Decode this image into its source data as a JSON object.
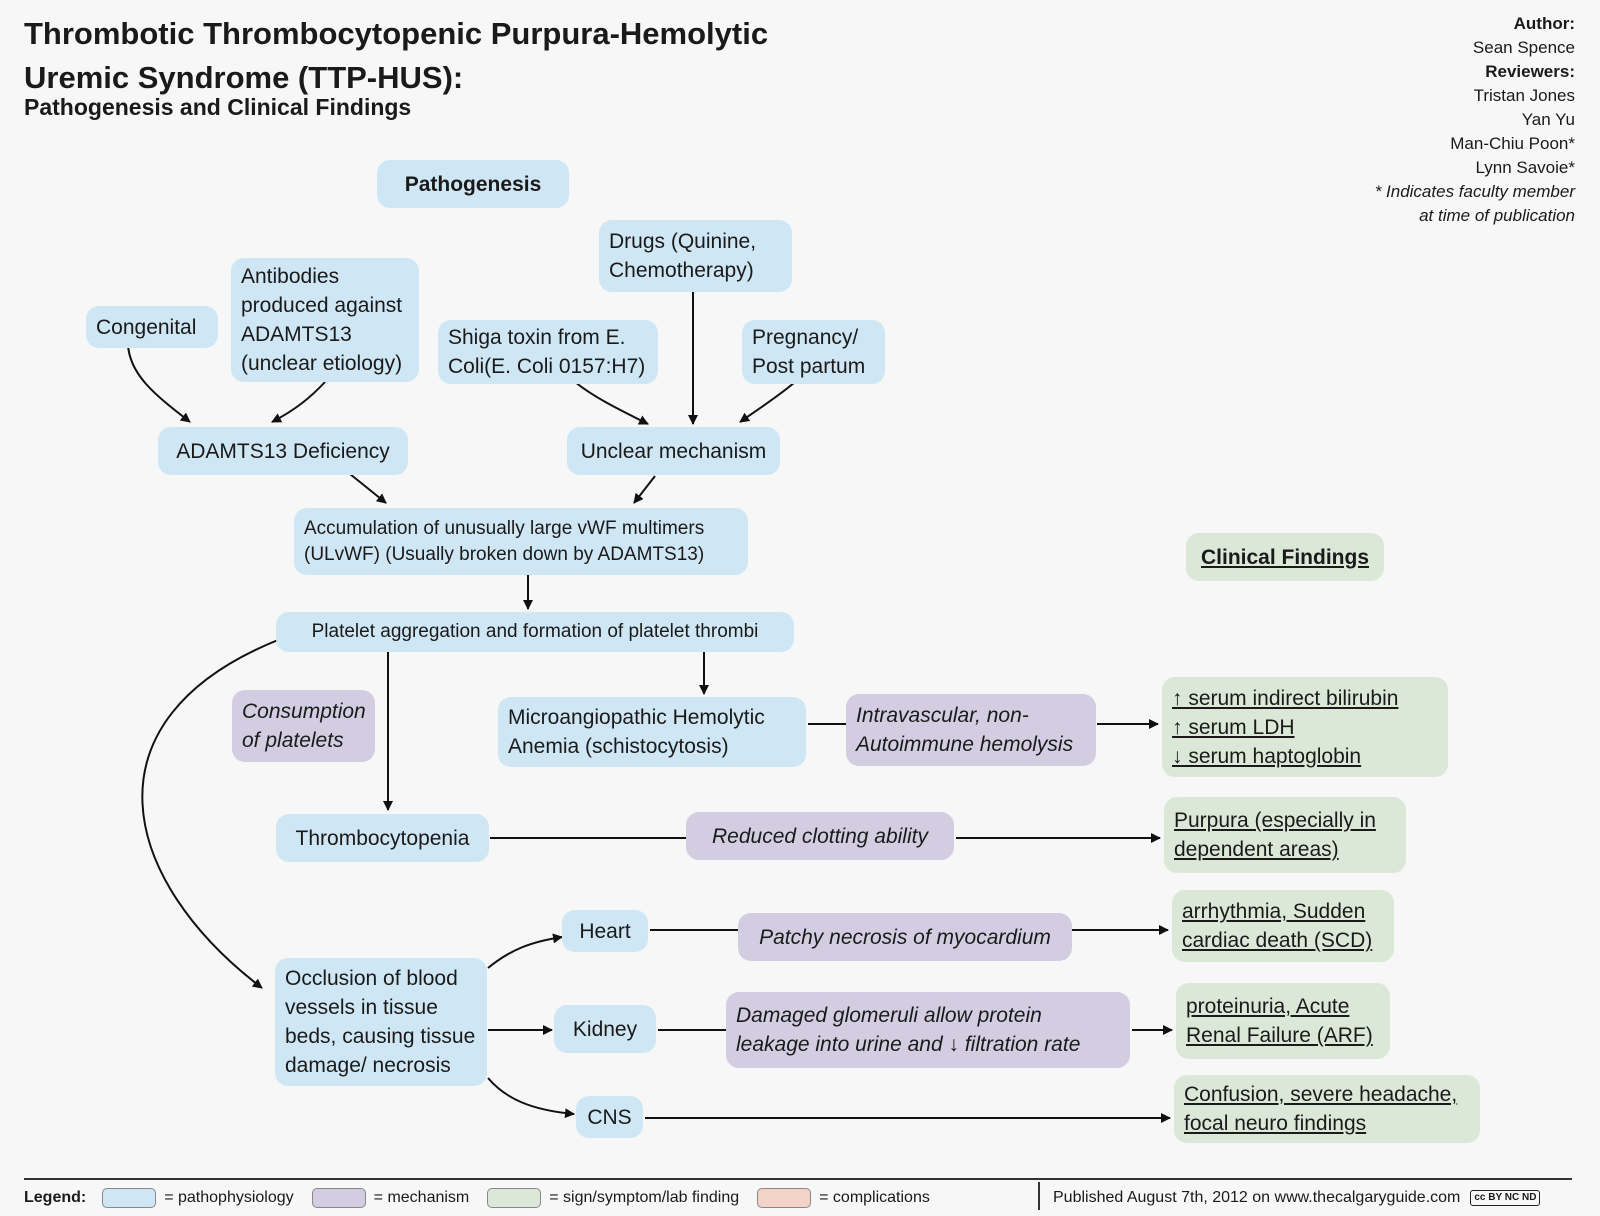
{
  "title": {
    "line1": "Thrombotic Thrombocytopenic Purpura-Hemolytic",
    "line2": "Uremic Syndrome (TTP-HUS):",
    "subtitle": "Pathogenesis and Clinical Findings"
  },
  "credits": {
    "author_label": "Author:",
    "author": "Sean Spence",
    "reviewers_label": "Reviewers:",
    "reviewers": [
      "Tristan Jones",
      "Yan Yu",
      "Man-Chiu Poon*",
      "Lynn Savoie*"
    ],
    "note_line1": "* Indicates faculty member",
    "note_line2": "at time of publication"
  },
  "headers": {
    "pathogenesis": "Pathogenesis",
    "clinical_findings": "Clinical Findings"
  },
  "nodes": {
    "congenital": "Congenital",
    "antibodies": [
      "Antibodies",
      "produced against",
      "ADAMTS13",
      "(unclear etiology)"
    ],
    "shiga": [
      "Shiga toxin from E.",
      "Coli(E. Coli 0157:H7)"
    ],
    "drugs": [
      "Drugs (Quinine,",
      "Chemotherapy)"
    ],
    "pregnancy": [
      "Pregnancy/",
      "Post partum"
    ],
    "adamts_deficiency": "ADAMTS13 Deficiency",
    "unclear": "Unclear mechanism",
    "accumulation": [
      "Accumulation of unusually large vWF  multimers",
      "(ULvWF) (Usually broken down by ADAMTS13)"
    ],
    "platelet_agg": "Platelet aggregation and formation of platelet thrombi",
    "consumption": [
      "Consumption",
      "of platelets"
    ],
    "maha": [
      "Microangiopathic Hemolytic",
      "Anemia (schistocytosis)"
    ],
    "intravascular": [
      "Intravascular, non-",
      "Autoimmune hemolysis"
    ],
    "thrombocytopenia": "Thrombocytopenia",
    "reduced_clotting": "Reduced clotting ability",
    "occlusion": [
      "Occlusion of blood",
      "vessels in tissue",
      "beds, causing tissue",
      "damage/ necrosis"
    ],
    "heart": "Heart",
    "kidney": "Kidney",
    "cns": "CNS",
    "patchy": "Patchy necrosis of myocardium",
    "glomeruli": [
      "Damaged glomeruli allow protein",
      "leakage into urine and ↓ filtration rate"
    ]
  },
  "findings": {
    "hemolysis": [
      "↑ serum indirect bilirubin",
      "↑ serum LDH",
      "↓ serum haptoglobin"
    ],
    "purpura": [
      "Purpura (especially in",
      "dependent areas)"
    ],
    "cardiac": [
      "arrhythmia, Sudden",
      "cardiac death (SCD)"
    ],
    "renal": [
      "proteinuria, Acute",
      "Renal Failure (ARF)"
    ],
    "neuro": [
      "Confusion, severe headache,",
      "focal neuro findings"
    ]
  },
  "legend": {
    "label": "Legend:",
    "items": [
      {
        "text": "= pathophysiology",
        "color": "#cfe6f4"
      },
      {
        "text": "= mechanism",
        "color": "#d3cde2"
      },
      {
        "text": "= sign/symptom/lab finding",
        "color": "#dbe8d8"
      },
      {
        "text": "= complications",
        "color": "#f2d3c7"
      }
    ]
  },
  "published": "Published August 7th, 2012 on www.thecalgaryguide.com",
  "license_badge": "cc BY NC ND"
}
